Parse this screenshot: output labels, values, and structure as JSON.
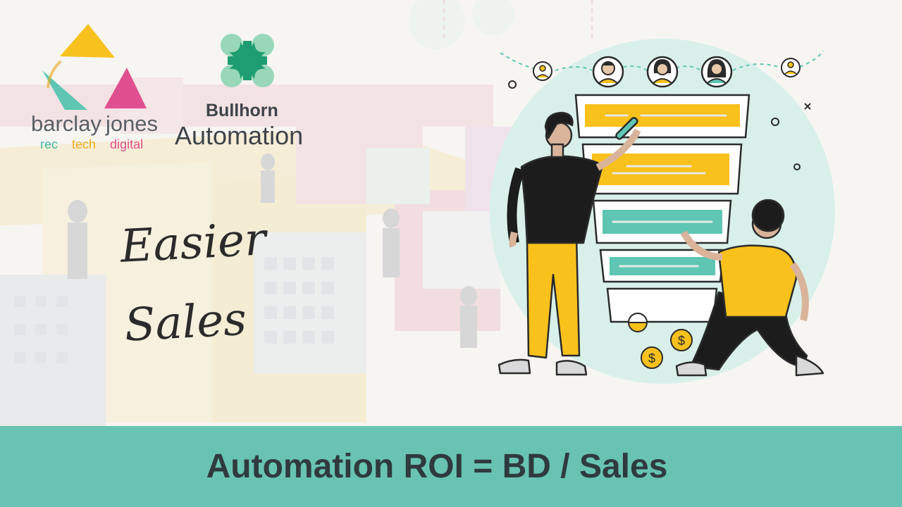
{
  "brand": {
    "barclayjones": {
      "name_part1": "barclay",
      "name_part2": "jones",
      "tags": [
        "rec",
        "tech",
        "digital"
      ],
      "colors": {
        "yellow": "#f7c21d",
        "teal": "#5ec6b3",
        "pink": "#e04f8f",
        "grey": "#5a6066",
        "tech": "#f3a81b"
      }
    },
    "bullhorn": {
      "name": "Bullhorn",
      "product": "Automation",
      "colors": {
        "dark_green": "#1f9d72",
        "light_green": "#98d8b8"
      }
    }
  },
  "headline": {
    "line1": "Easier",
    "line2": "Sales"
  },
  "footer": {
    "title": "Automation ROI = BD / Sales",
    "background": "#68c3b3",
    "text_color": "#2f3a3f"
  },
  "illustration": {
    "subject": "sales-funnel-icon",
    "colors": {
      "circle": "#d9f0ea",
      "yellow": "#f9c11b",
      "teal": "#5ec6b3",
      "outline": "#2b2b2b"
    },
    "coin_symbol": "$"
  },
  "background": {
    "subject": "faded-office-illustration",
    "opacity": 0.18
  }
}
